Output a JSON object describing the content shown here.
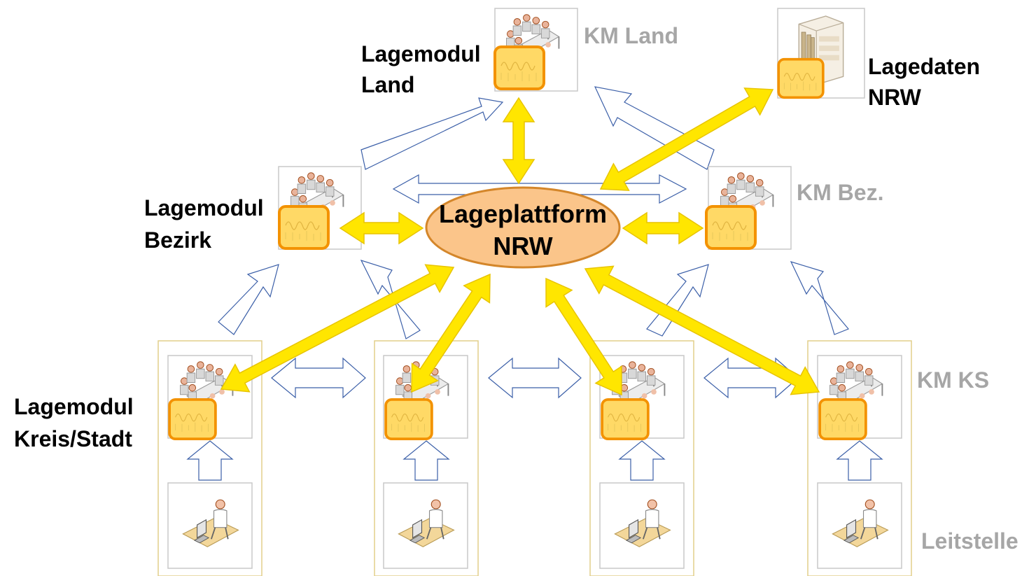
{
  "labels": {
    "center_line1": "Lageplattform",
    "center_line2": "NRW",
    "lagemodul_land_line1": "Lagemodul",
    "lagemodul_land_line2": "Land",
    "km_land": "KM Land",
    "lagedaten_line1": "Lagedaten",
    "lagedaten_line2": "NRW",
    "lagemodul_bezirk_line1": "Lagemodul",
    "lagemodul_bezirk_line2": "Bezirk",
    "km_bez": "KM Bez.",
    "lagemodul_ks_line1": "Lagemodul",
    "lagemodul_ks_line2": "Kreis/Stadt",
    "km_ks": "KM KS",
    "leitstelle": "Leitstelle"
  },
  "colors": {
    "yellow": "#ffe600",
    "yellow_stroke": "#e8c400",
    "module_fill": "#ffd966",
    "module_stroke": "#f39200",
    "ellipse_fill": "#fbc58a",
    "ellipse_stroke": "#d4862a",
    "gray_label": "#a6a6a6",
    "column_stroke": "#e2cf8a",
    "hollow_arrow": "#3b5fa8"
  },
  "icons": {
    "meeting": "meeting-room-icon",
    "server": "server-cabinet-icon",
    "dispatcher": "dispatcher-desk-icon",
    "module": "lagemodul-module-icon"
  }
}
